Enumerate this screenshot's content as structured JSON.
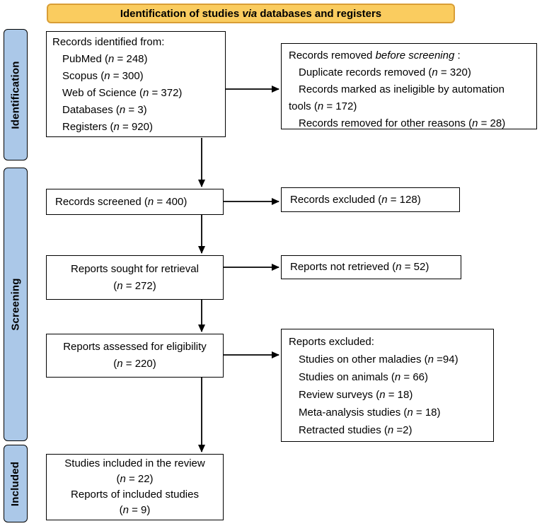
{
  "banner": {
    "title": "Identification of studies via databases and registers"
  },
  "stages": {
    "identification": "Identification",
    "screening": "Screening",
    "included": "Included"
  },
  "boxes": {
    "records_identified": {
      "title": "Records identified from:",
      "items": [
        "PubMed (n = 248)",
        "Scopus (n = 300)",
        "Web of Science (n = 372)",
        "Databases (n = 3)",
        "Registers (n = 920)"
      ]
    },
    "records_removed": {
      "title": "Records removed before screening :",
      "items": [
        "Duplicate records removed  (n = 320)",
        "Records marked as ineligible by automation tools (n = 172)",
        "Records removed for other reasons (n = 28)"
      ]
    },
    "records_screened": {
      "text": "Records screened (n = 400)"
    },
    "records_excluded": {
      "text": "Records excluded (n = 128)"
    },
    "reports_sought": {
      "line1": "Reports sought for retrieval",
      "line2": "(n = 272)"
    },
    "reports_not_retrieved": {
      "text": "Reports not retrieved (n = 52)"
    },
    "reports_assessed": {
      "line1": "Reports assessed for eligibility",
      "line2": "(n = 220)"
    },
    "reports_excluded": {
      "title": "Reports excluded:",
      "items": [
        "Studies on other maladies (n =94)",
        "Studies on animals (n = 66)",
        "Review surveys (n = 18)",
        "Meta-analysis studies (n = 18)",
        "Retracted studies (n =2)"
      ]
    },
    "studies_included": {
      "lines": [
        "Studies included in the review",
        "(n = 22)",
        "Reports of included studies",
        "(n = 9)"
      ]
    }
  },
  "colors": {
    "banner_fill": "#FACC5F",
    "banner_border": "#D99E36",
    "stage_fill": "#ABC8E8",
    "box_border": "#000000"
  }
}
